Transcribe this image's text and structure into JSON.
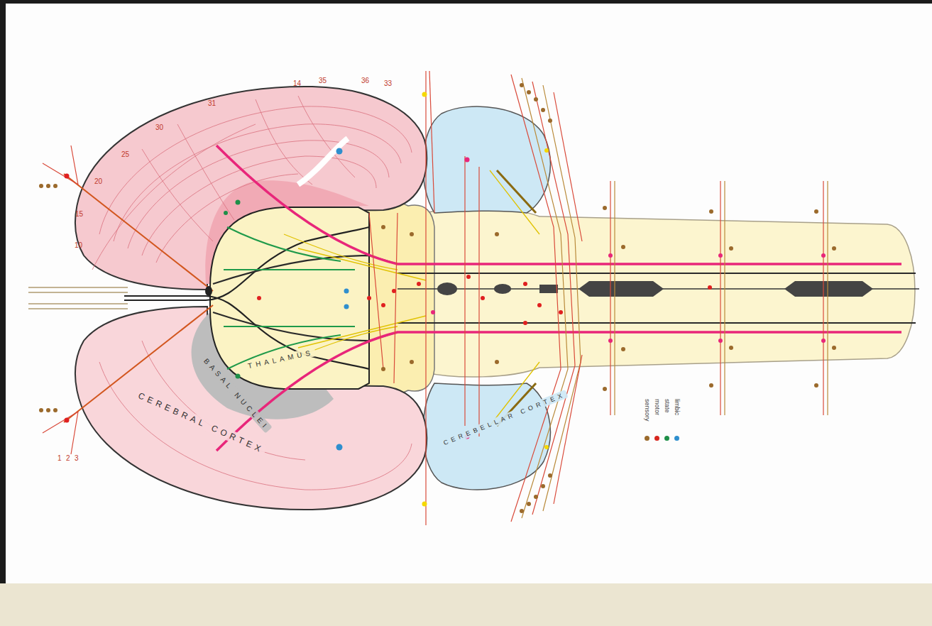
{
  "diagram": {
    "nodes": [
      {
        "text": [
          "CEREBRAL CORTEX"
        ]
      },
      {
        "text": [
          "BASAL NUCLEI"
        ]
      },
      {
        "text": [
          "THALAMUS"
        ]
      },
      {
        "text": [
          "CEREBELLAR CORTEX"
        ]
      }
    ],
    "labels": [
      "14",
      "35",
      "36",
      "33",
      "31",
      "30",
      "25",
      "20",
      "15",
      "10",
      "1",
      "2",
      "3"
    ],
    "legend": [
      {
        "text": "sensory",
        "color": "#9b6a2c"
      },
      {
        "text": "motor",
        "color": "#d7261e"
      },
      {
        "text": "state",
        "color": "#1e8f48"
      },
      {
        "text": "limbic",
        "color": "#2f8fce"
      }
    ]
  }
}
